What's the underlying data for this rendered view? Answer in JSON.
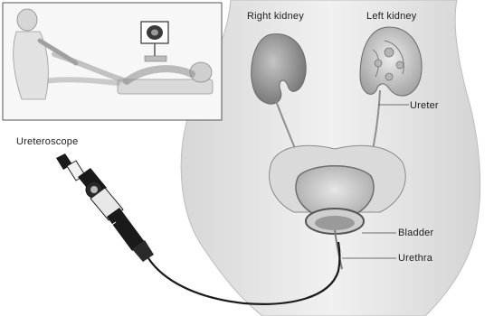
{
  "labels": {
    "right_kidney": "Right kidney",
    "left_kidney": "Left kidney",
    "ureter": "Ureter",
    "ureteroscope": "Ureteroscope",
    "bladder": "Bladder",
    "urethra": "Urethra"
  },
  "colors": {
    "background": "#ffffff",
    "body_fill": "#ececec",
    "kidney": "#9a9a9a",
    "bladder": "#c9c9c9",
    "scope": "#1a1a1a",
    "inset_border": "#555555"
  }
}
